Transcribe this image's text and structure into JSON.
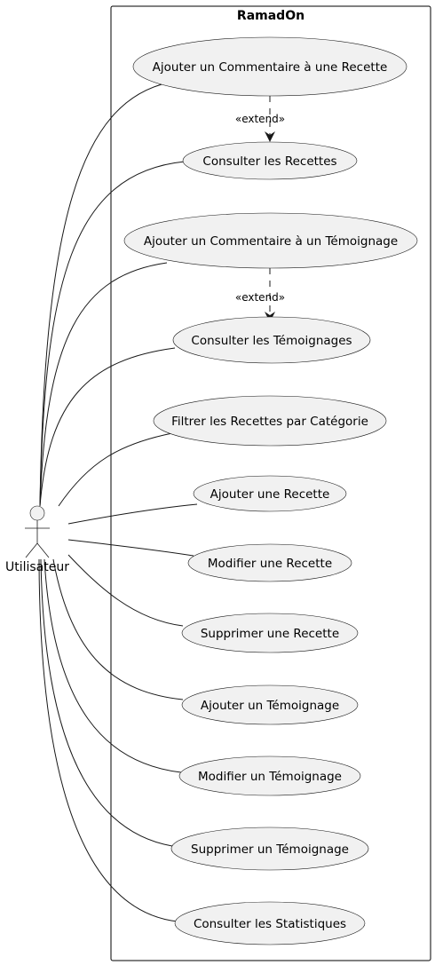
{
  "diagram": {
    "system_name": "RamadOn",
    "actor": {
      "name": "Utilisateur"
    },
    "use_cases": [
      {
        "id": "uc1",
        "label": "Ajouter un Commentaire à une Recette"
      },
      {
        "id": "uc2",
        "label": "Consulter les Recettes"
      },
      {
        "id": "uc3",
        "label": "Ajouter un Commentaire à un Témoignage"
      },
      {
        "id": "uc4",
        "label": "Consulter les Témoignages"
      },
      {
        "id": "uc5",
        "label": "Filtrer les Recettes par Catégorie"
      },
      {
        "id": "uc6",
        "label": "Ajouter une Recette"
      },
      {
        "id": "uc7",
        "label": "Modifier une Recette"
      },
      {
        "id": "uc8",
        "label": "Supprimer une Recette"
      },
      {
        "id": "uc9",
        "label": "Ajouter un Témoignage"
      },
      {
        "id": "uc10",
        "label": "Modifier un Témoignage"
      },
      {
        "id": "uc11",
        "label": "Supprimer un Témoignage"
      },
      {
        "id": "uc12",
        "label": "Consulter les Statistiques"
      }
    ],
    "extends": [
      {
        "from": "uc1",
        "to": "uc2",
        "label": "«extend»"
      },
      {
        "from": "uc3",
        "to": "uc4",
        "label": "«extend»"
      }
    ],
    "associations": [
      "uc1",
      "uc2",
      "uc3",
      "uc4",
      "uc5",
      "uc6",
      "uc7",
      "uc8",
      "uc9",
      "uc10",
      "uc11",
      "uc12"
    ]
  }
}
